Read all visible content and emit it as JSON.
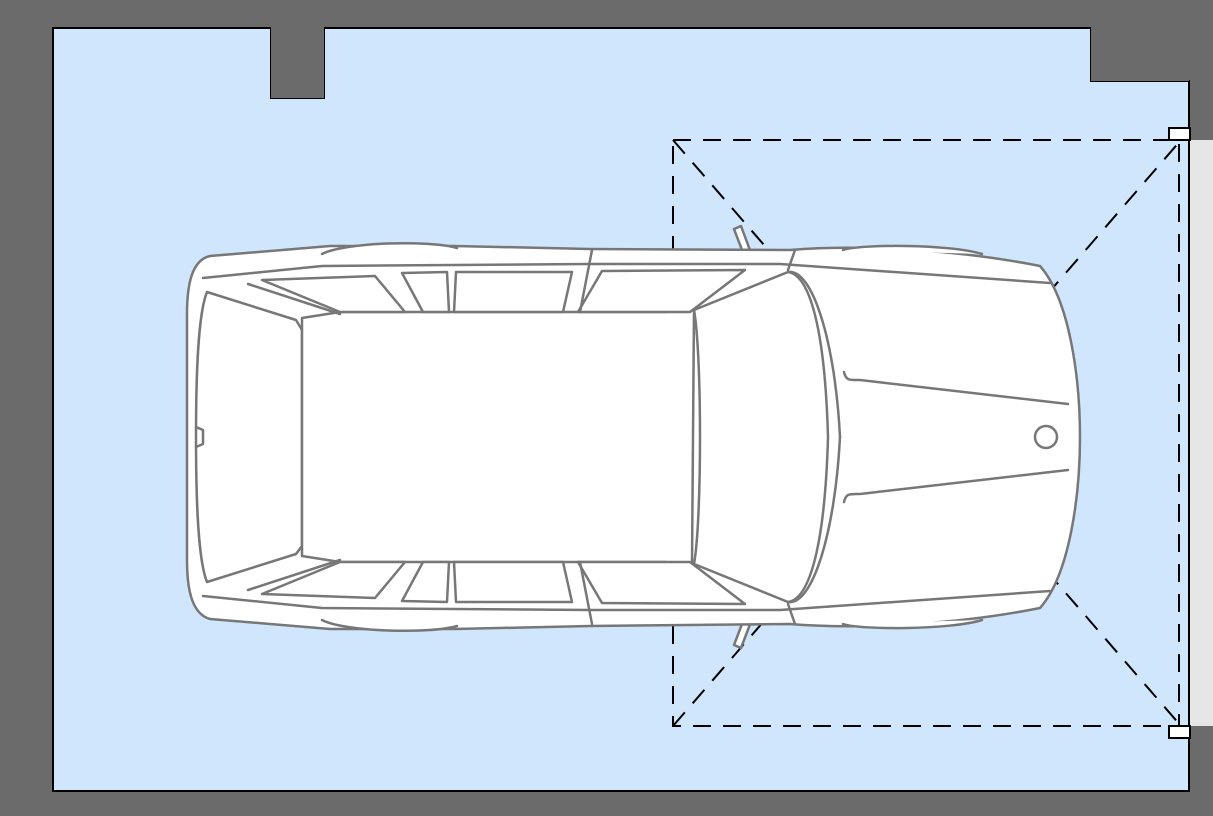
{
  "floor_plan": {
    "room": "garage",
    "colors": {
      "wall": "#6b6b6b",
      "floor": "#d0e6fc",
      "line": "#000000",
      "vehicle_fill": "#ffffff",
      "vehicle_stroke": "#777777",
      "outside": "#e6e6e6"
    },
    "features": [
      {
        "name": "wall-pillar",
        "kind": "structural column"
      },
      {
        "name": "wall-corner-notch",
        "kind": "wall recess"
      },
      {
        "name": "garage-door",
        "kind": "overhead door, dashed swing zone"
      },
      {
        "name": "car",
        "kind": "top-view vehicle"
      }
    ]
  }
}
